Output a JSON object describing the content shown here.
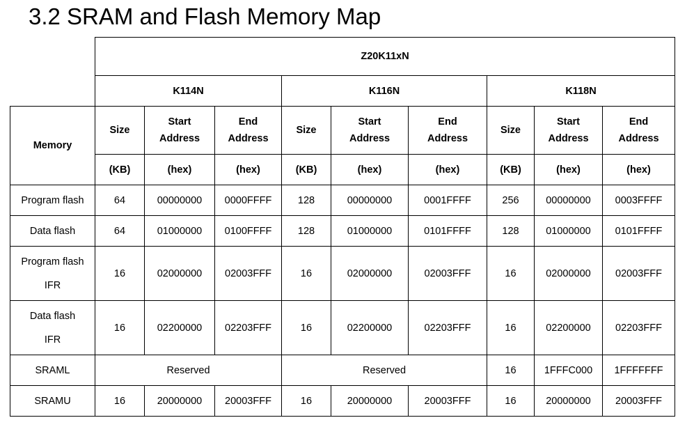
{
  "page": {
    "title": "3.2 SRAM and Flash Memory Map"
  },
  "table": {
    "group_label": "Z20K11xN",
    "memory_label": "Memory",
    "parts": [
      {
        "name": "K114N"
      },
      {
        "name": "K116N"
      },
      {
        "name": "K118N"
      }
    ],
    "col_headers": {
      "size": "Size",
      "start_line1": "Start",
      "start_line2": "Address",
      "end_line1": "End",
      "end_line2": "Address"
    },
    "units": {
      "size": "(KB)",
      "start": "(hex)",
      "end": "(hex)"
    },
    "rows": [
      {
        "label": "Program flash",
        "k114": {
          "size": "64",
          "start": "00000000",
          "end": "0000FFFF"
        },
        "k116": {
          "size": "128",
          "start": "00000000",
          "end": "0001FFFF"
        },
        "k118": {
          "size": "256",
          "start": "00000000",
          "end": "0003FFFF"
        }
      },
      {
        "label": "Data flash",
        "k114": {
          "size": "64",
          "start": "01000000",
          "end": "0100FFFF"
        },
        "k116": {
          "size": "128",
          "start": "01000000",
          "end": "0101FFFF"
        },
        "k118": {
          "size": "128",
          "start": "01000000",
          "end": "0101FFFF"
        }
      },
      {
        "label_line1": "Program flash",
        "label_line2": "IFR",
        "k114": {
          "size": "16",
          "start": "02000000",
          "end": "02003FFF"
        },
        "k116": {
          "size": "16",
          "start": "02000000",
          "end": "02003FFF"
        },
        "k118": {
          "size": "16",
          "start": "02000000",
          "end": "02003FFF"
        }
      },
      {
        "label_line1": "Data flash",
        "label_line2": "IFR",
        "k114": {
          "size": "16",
          "start": "02200000",
          "end": "02203FFF"
        },
        "k116": {
          "size": "16",
          "start": "02200000",
          "end": "02203FFF"
        },
        "k118": {
          "size": "16",
          "start": "02200000",
          "end": "02203FFF"
        }
      },
      {
        "label": "SRAML",
        "k114": {
          "reserved": "Reserved"
        },
        "k116": {
          "reserved": "Reserved"
        },
        "k118": {
          "size": "16",
          "start": "1FFFC000",
          "end": "1FFFFFFF"
        }
      },
      {
        "label": "SRAMU",
        "k114": {
          "size": "16",
          "start": "20000000",
          "end": "20003FFF"
        },
        "k116": {
          "size": "16",
          "start": "20000000",
          "end": "20003FFF"
        },
        "k118": {
          "size": "16",
          "start": "20000000",
          "end": "20003FFF"
        }
      }
    ]
  }
}
